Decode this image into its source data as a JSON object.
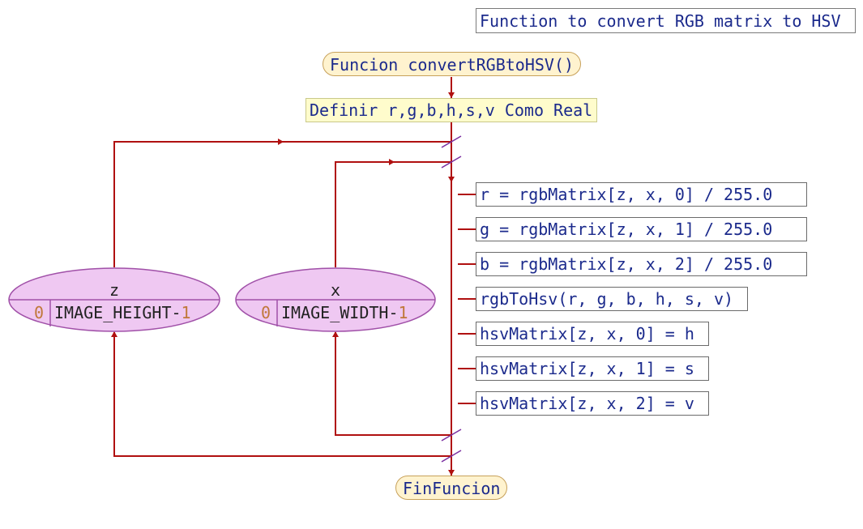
{
  "comment": "Function to convert RGB matrix to HSV",
  "function_header": "Funcion convertRGBtoHSV()",
  "definition": "Definir r,g,b,h,s,v Como Real",
  "outer_loop": {
    "var": "z",
    "start": "0",
    "end": "IMAGE_HEIGHT-",
    "end_num": "1"
  },
  "inner_loop": {
    "var": "x",
    "start": "0",
    "end": "IMAGE_WIDTH-",
    "end_num": "1"
  },
  "statements": [
    "r = rgbMatrix[z, x, 0] / 255.0",
    "g = rgbMatrix[z, x, 1] / 255.0",
    "b = rgbMatrix[z, x, 2] / 255.0",
    "rgbToHsv(r, g, b, h, s, v)",
    "hsvMatrix[z, x, 0] = h",
    "hsvMatrix[z, x, 1] = s",
    "hsvMatrix[z, x, 2] = v"
  ],
  "function_end": "FinFuncion",
  "colors": {
    "flow_line": "#b01010",
    "loop_fill": "#efc8f2",
    "loop_border": "#a050a8",
    "loop_marker": "#7a2ea0"
  }
}
